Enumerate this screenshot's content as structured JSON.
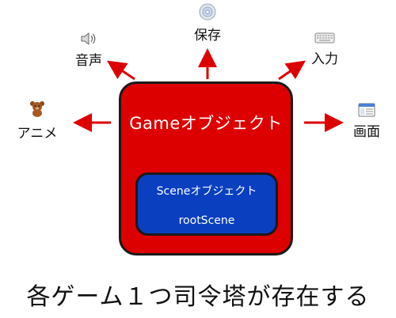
{
  "labels": {
    "save": "保存",
    "sound": "音声",
    "input": "入力",
    "anime": "アニメ",
    "screen": "画面"
  },
  "game": {
    "title": "Gameオブジェクト",
    "scene_title": "Sceneオブジェクト",
    "scene_root": "rootScene"
  },
  "caption": "各ゲーム１つ司令塔が存在する",
  "icons": {
    "save": "cd-disc-icon",
    "sound": "speaker-icon",
    "input": "keyboard-icon",
    "anime": "bear-icon",
    "screen": "window-icon"
  },
  "colors": {
    "game_box": "#dd0000",
    "scene_box": "#0a3fbf",
    "arrow": "#dd0000"
  }
}
